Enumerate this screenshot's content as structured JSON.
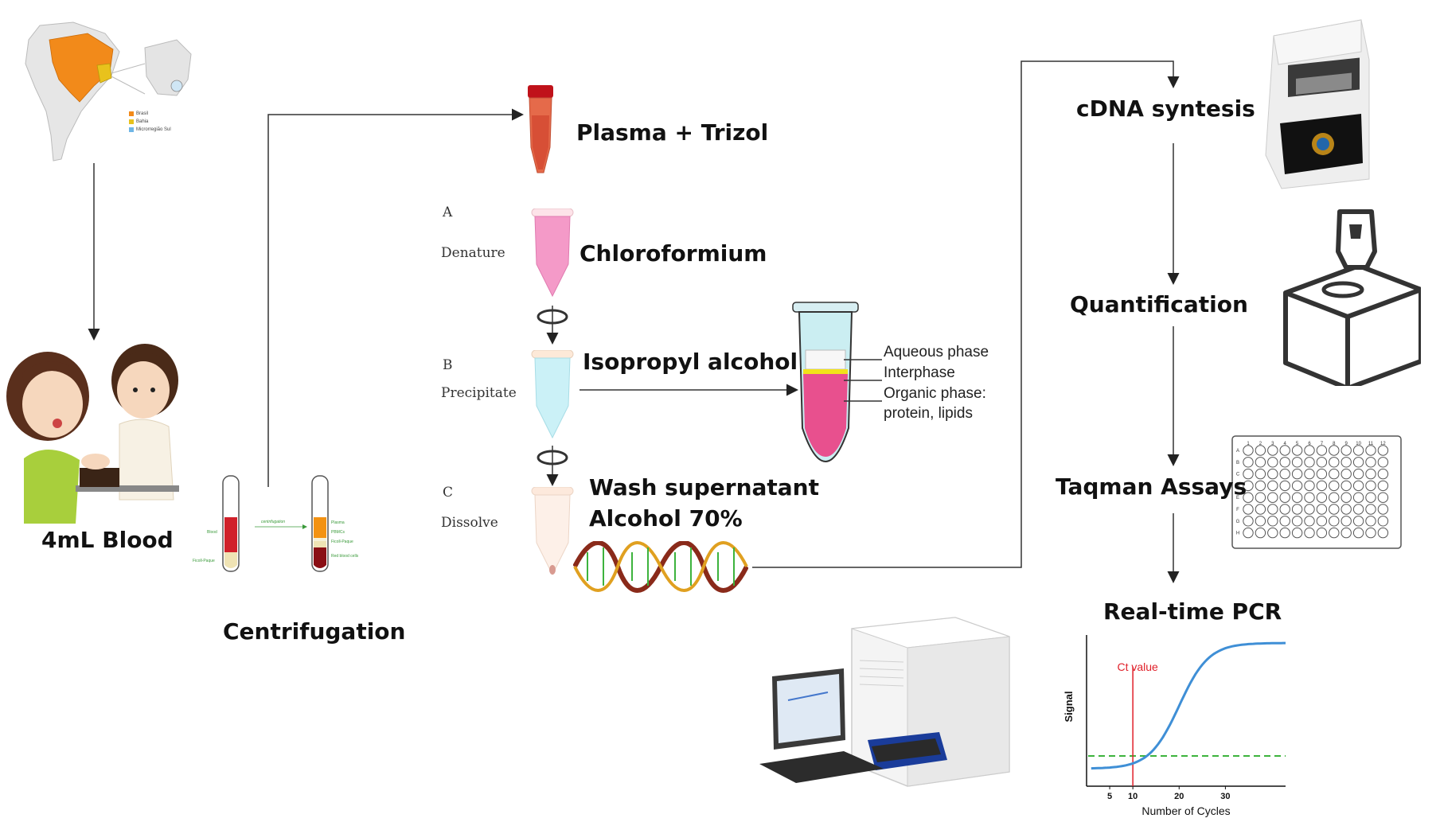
{
  "map": {
    "legend": [
      "Brasil",
      "Bahia",
      "Microrregião Sul"
    ]
  },
  "left": {
    "blood_label": "4mL Blood",
    "centrifugation_label": "Centrifugation",
    "tube_left_labels": [
      "Blood",
      "Ficoll-Paque"
    ],
    "arrow_label": "centrifugation",
    "tube_right_labels": [
      "Plasma",
      "PBMCs",
      "Ficoll-Paque",
      "Red blood cells"
    ]
  },
  "extraction": {
    "plasma_trizol": "Plasma + Trizol",
    "steps": [
      {
        "letter": "A",
        "name": "Denature",
        "reagent": "Chloroformium"
      },
      {
        "letter": "B",
        "name": "Precipitate",
        "reagent": "Isopropyl alcohol"
      },
      {
        "letter": "C",
        "name": "Dissolve",
        "reagent_line1": "Wash supernatant",
        "reagent_line2": "Alcohol 70%"
      }
    ],
    "phases": {
      "aqueous": "Aqueous phase",
      "interphase": "Interphase",
      "organic_line1": "Organic phase:",
      "organic_line2": "protein, lipids"
    }
  },
  "right": {
    "cdna": "cDNA syntesis",
    "quantification": "Quantification",
    "taqman": "Taqman Assays",
    "realtime": "Real-time PCR",
    "plate_cols": [
      "1",
      "2",
      "3",
      "4",
      "5",
      "6",
      "7",
      "8",
      "9",
      "10",
      "11",
      "12"
    ],
    "plate_rows": [
      "A",
      "B",
      "C",
      "D",
      "E",
      "F",
      "G",
      "H"
    ]
  },
  "pcr_chart": {
    "chart_data": {
      "type": "line",
      "xlabel": "Number of Cycles",
      "ylabel": "Signal",
      "x_ticks": [
        5,
        10,
        20,
        30
      ],
      "annotation": "Ct value",
      "ct_value": 10,
      "colors": {
        "curve": "#3f8fd6",
        "threshold": "#3db33d",
        "ct_line": "#e0202a"
      }
    }
  }
}
